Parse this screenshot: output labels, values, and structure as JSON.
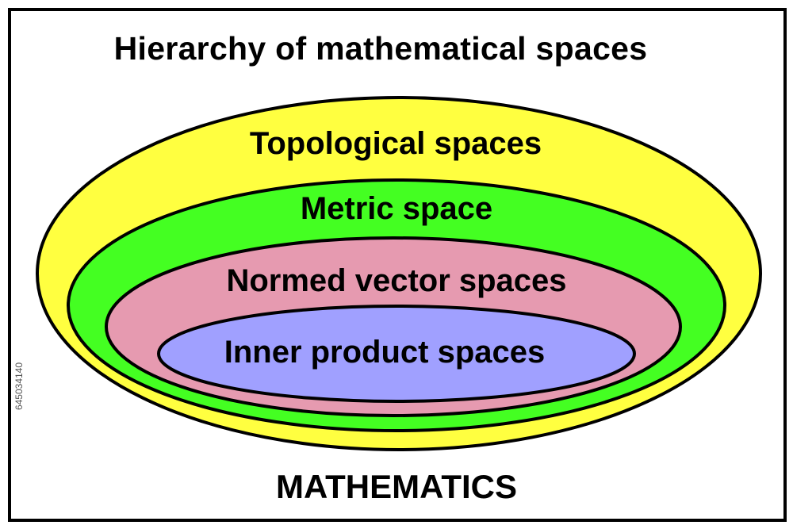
{
  "title": "Hierarchy of mathematical spaces",
  "footer": "MATHEMATICS",
  "side_id": "645034140",
  "sets": [
    {
      "label": "Topological spaces",
      "color": "#ffff40"
    },
    {
      "label": "Metric space",
      "color": "#44ff22"
    },
    {
      "label": "Normed vector spaces",
      "color": "#e69ab0"
    },
    {
      "label": "Inner product spaces",
      "color": "#a0a0ff"
    }
  ]
}
